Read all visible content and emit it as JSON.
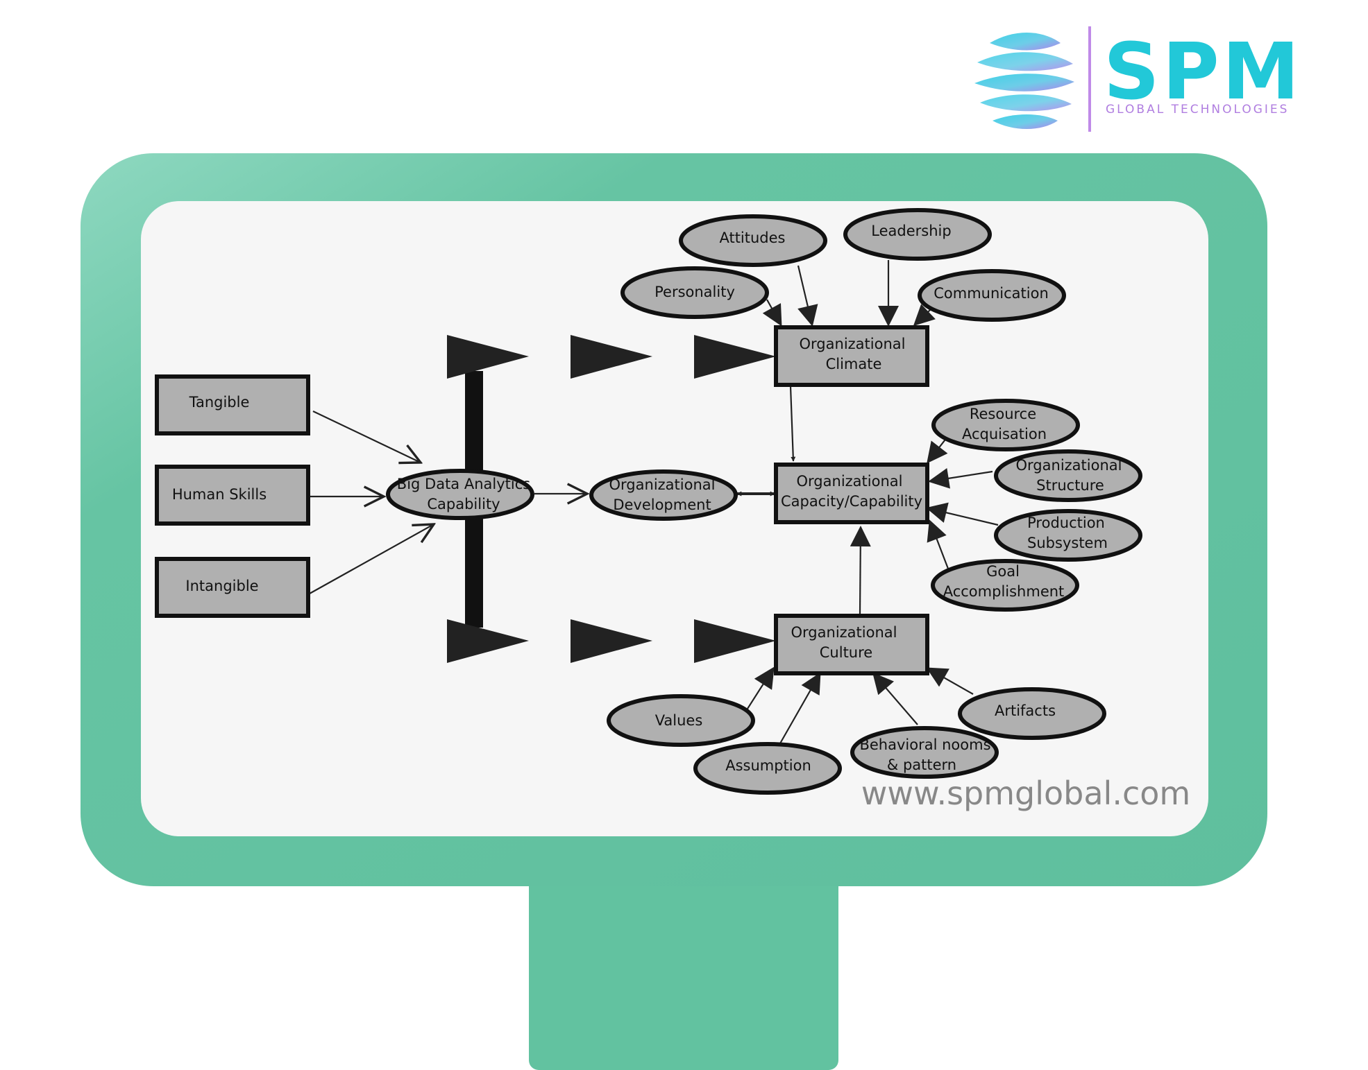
{
  "brand": {
    "name": "SPM",
    "tagline": "GLOBAL TECHNOLOGIES",
    "logo_icon": "sphere-logo-icon",
    "colors": {
      "primary": "#22c8d8",
      "accent": "#b07ee0"
    }
  },
  "monitor": {
    "frame_color": "#66c4a3",
    "screen_color": "#f6f6f6"
  },
  "diagram": {
    "rect_fill": "#b0b0b0",
    "ellipse_fill": "#b0b0b0",
    "inputs": [
      "Tangible",
      "Human Skills",
      "Intangible"
    ],
    "center": [
      "Big Data Analytics",
      "Capability"
    ],
    "development": [
      "Organizational",
      "Development"
    ],
    "climate": [
      "Organizational",
      "Climate"
    ],
    "capacity": [
      "Organizational",
      "Capacity/Capability"
    ],
    "culture": [
      "Organizational",
      "Culture"
    ],
    "climate_factors": [
      "Attitudes",
      "Leadership",
      "Personality",
      "Communication"
    ],
    "capacity_factors": [
      [
        "Resource",
        "Acquisation"
      ],
      [
        "Organizational",
        "Structure"
      ],
      [
        "Production",
        "Subsystem"
      ],
      [
        "Goal",
        "Accomplishment"
      ]
    ],
    "culture_factors": [
      [
        "Values"
      ],
      [
        "Assumption"
      ],
      [
        "Behavioral nooms",
        "& pattern"
      ],
      [
        "Artifacts"
      ]
    ]
  },
  "website": "www.spmglobal.com"
}
